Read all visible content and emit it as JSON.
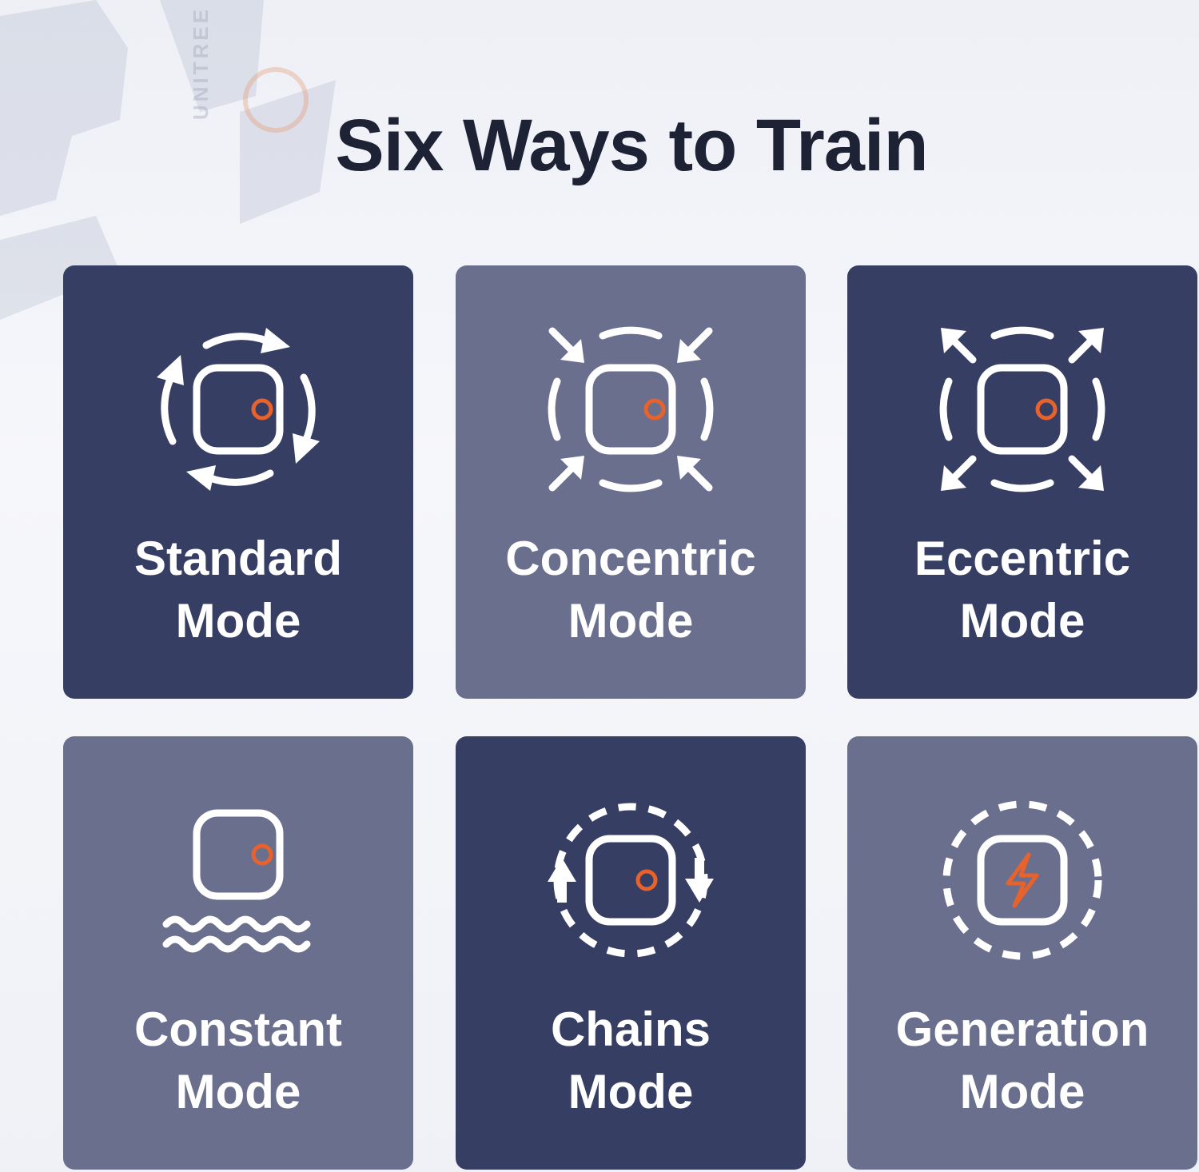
{
  "title": "Six Ways to Train",
  "background": {
    "watermark": "UNITREE"
  },
  "colors": {
    "dark": "#363f63",
    "light": "#6a6f8e",
    "accent": "#e8622c",
    "icon": "#ffffff"
  },
  "modes": [
    {
      "line1": "Standard",
      "line2": "Mode",
      "icon": "rotate-arrows-icon"
    },
    {
      "line1": "Concentric",
      "line2": "Mode",
      "icon": "inward-arrows-icon"
    },
    {
      "line1": "Eccentric",
      "line2": "Mode",
      "icon": "outward-arrows-icon"
    },
    {
      "line1": "Constant",
      "line2": "Mode",
      "icon": "waves-icon"
    },
    {
      "line1": "Chains",
      "line2": "Mode",
      "icon": "up-down-arrows-icon"
    },
    {
      "line1": "Generation",
      "line2": "Mode",
      "icon": "lightning-icon"
    }
  ]
}
